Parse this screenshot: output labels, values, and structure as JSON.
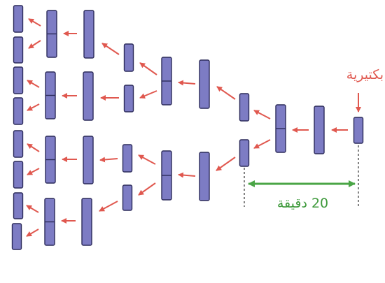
{
  "labels": {
    "bacterium": "بكتيرية",
    "duration": "20 دقيقة"
  },
  "colors": {
    "cell_fill": "#7d7cc4",
    "cell_stroke": "#2c2b5a",
    "division_arrow": "#e0584f",
    "time_arrow": "#4aa546",
    "guide_line": "#333333"
  },
  "icons": {
    "cell": "rod-bacterium-shape",
    "division_arrow": "arrow-left-icon",
    "time_arrow": "double-headed-arrow-icon"
  }
}
